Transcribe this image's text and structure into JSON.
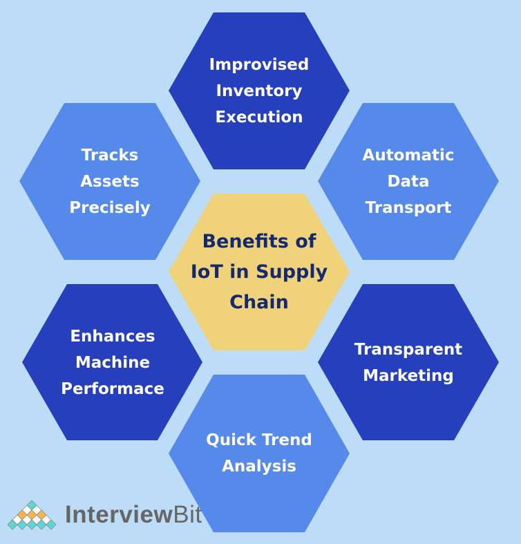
{
  "title": "Benefits of\nIoT in Supply\nChain",
  "benefits": {
    "top": "Improvised\nInventory\nExecution",
    "top_right": "Automatic\nData\nTransport",
    "bottom_right": "Transparent\nMarketing",
    "bottom": "Quick Trend\nAnalysis",
    "bottom_left": "Enhances\nMachine\nPerformace",
    "top_left": "Tracks\nAssets\nPrecisely"
  },
  "logo": {
    "bold": "Interview",
    "light": "Bit"
  },
  "colors": {
    "background": "#bddcf8",
    "dark_blue": "#263fbd",
    "light_blue": "#5589ea",
    "yellow": "#f0d27a",
    "title_text": "#14296e"
  }
}
